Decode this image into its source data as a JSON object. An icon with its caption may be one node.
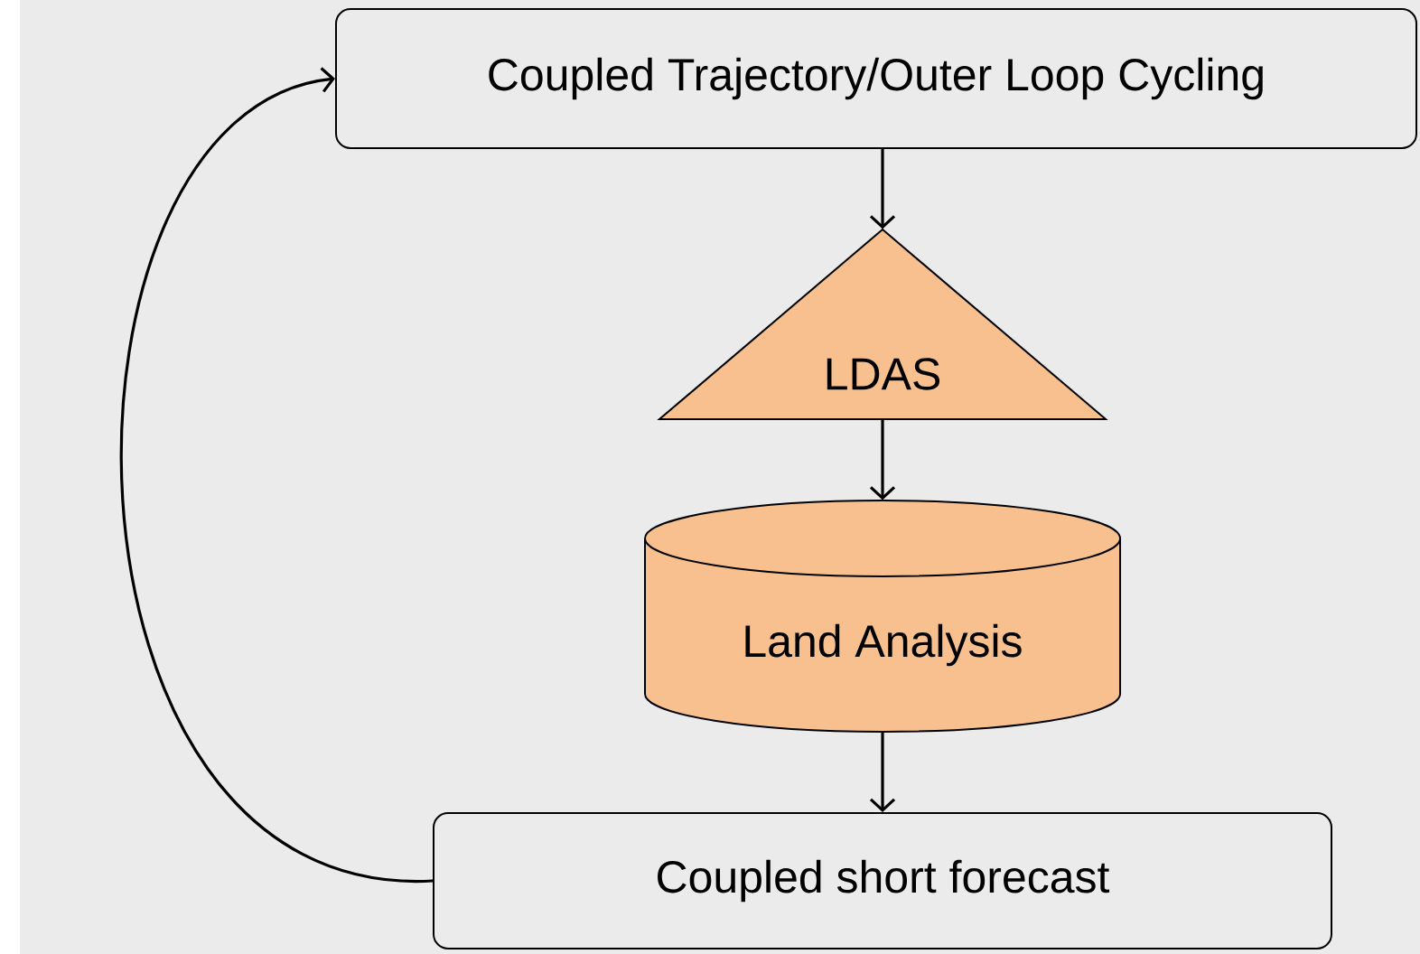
{
  "diagram": {
    "nodes": [
      {
        "text": [
          "Coupled Trajectory/Outer Loop Cycling"
        ]
      },
      {
        "text": [
          "LDAS"
        ]
      },
      {
        "text": [
          "Land Analysis"
        ]
      },
      {
        "text": [
          "Coupled short forecast"
        ]
      }
    ],
    "edges": [
      {
        "from": 0,
        "to": 1,
        "arrow": "to"
      },
      {
        "from": 1,
        "to": 2,
        "arrow": "to"
      },
      {
        "from": 2,
        "to": 3,
        "arrow": "to"
      },
      {
        "from": 3,
        "to": 0,
        "arrow": "to"
      }
    ]
  }
}
